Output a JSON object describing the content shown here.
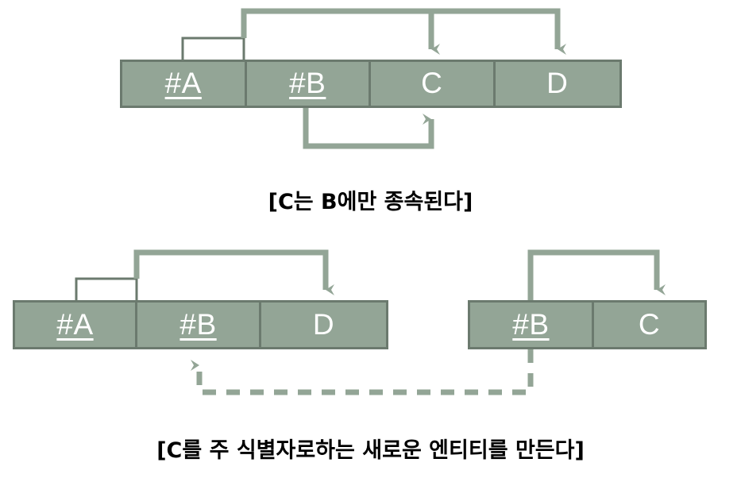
{
  "diagram": {
    "type": "er-normalization-diagram",
    "colors": {
      "entity_fill": "#93a596",
      "entity_border": "#6b7a6e",
      "arrow": "#93a596",
      "bracket": "#6b7a6e",
      "text": "#ffffff",
      "caption_text": "#000000",
      "background": "#ffffff"
    },
    "sections": [
      {
        "id": "before",
        "caption": "[C는 B에만 종속된다]",
        "entities": [
          {
            "id": "entity-before",
            "attributes": [
              {
                "label": "#A",
                "is_primary_key": true
              },
              {
                "label": "#B",
                "is_primary_key": true
              },
              {
                "label": "C",
                "is_primary_key": false
              },
              {
                "label": "D",
                "is_primary_key": false
              }
            ]
          }
        ],
        "dependencies": [
          {
            "from": "#A,#B",
            "to": "C",
            "style": "solid",
            "kind": "composite-key-dependency"
          },
          {
            "from": "#A,#B",
            "to": "D",
            "style": "solid",
            "kind": "composite-key-dependency"
          },
          {
            "from": "#B",
            "to": "C",
            "style": "solid",
            "kind": "partial-dependency"
          }
        ]
      },
      {
        "id": "after",
        "caption": "[C를 주 식별자로하는 새로운 엔티티를 만든다]",
        "entities": [
          {
            "id": "entity-after-left",
            "attributes": [
              {
                "label": "#A",
                "is_primary_key": true
              },
              {
                "label": "#B",
                "is_primary_key": true
              },
              {
                "label": "D",
                "is_primary_key": false
              }
            ]
          },
          {
            "id": "entity-after-right",
            "attributes": [
              {
                "label": "#B",
                "is_primary_key": true
              },
              {
                "label": "C",
                "is_primary_key": false
              }
            ]
          }
        ],
        "dependencies": [
          {
            "from": "#A,#B",
            "to": "D",
            "style": "solid",
            "kind": "composite-key-dependency"
          },
          {
            "from": "#B",
            "to": "C",
            "style": "solid",
            "kind": "key-dependency"
          },
          {
            "from": "entity-after-right.#B",
            "to": "entity-after-left.#B",
            "style": "dashed",
            "kind": "relationship"
          }
        ]
      }
    ]
  }
}
